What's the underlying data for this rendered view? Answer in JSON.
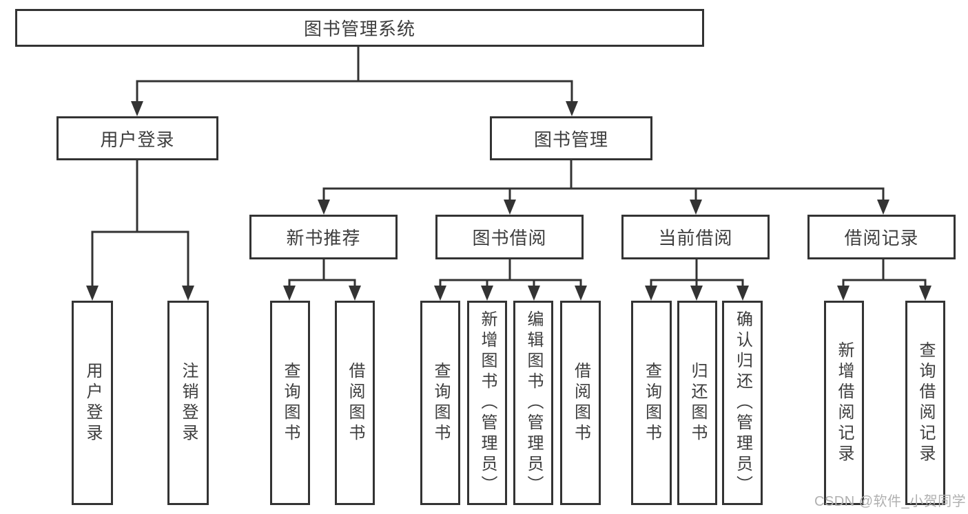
{
  "colors": {
    "line": "#333333",
    "box_border": "#333333",
    "text": "#3d3d3d",
    "watermark": "#b0b0b0",
    "background": "#ffffff"
  },
  "diagram": {
    "type": "hierarchy-flowchart",
    "root": {
      "label": "图书管理系统"
    },
    "branches": {
      "user_login": {
        "label": "用户登录",
        "children": [
          {
            "label": "用户登录"
          },
          {
            "label": "注销登录"
          }
        ]
      },
      "book_management": {
        "label": "图书管理",
        "sections": [
          {
            "label": "新书推荐",
            "children": [
              {
                "label": "查询图书"
              },
              {
                "label": "借阅图书"
              }
            ]
          },
          {
            "label": "图书借阅",
            "children": [
              {
                "label": "查询图书"
              },
              {
                "label": "新增图书（管理员）"
              },
              {
                "label": "编辑图书（管理员）"
              },
              {
                "label": "借阅图书"
              }
            ]
          },
          {
            "label": "当前借阅",
            "children": [
              {
                "label": "查询图书"
              },
              {
                "label": "归还图书"
              },
              {
                "label": "确认归还（管理员）"
              }
            ]
          },
          {
            "label": "借阅记录",
            "children": [
              {
                "label": "新增借阅记录"
              },
              {
                "label": "查询借阅记录"
              }
            ]
          }
        ]
      }
    }
  },
  "watermark": {
    "text": "CSDN @软件_小贺同学"
  }
}
